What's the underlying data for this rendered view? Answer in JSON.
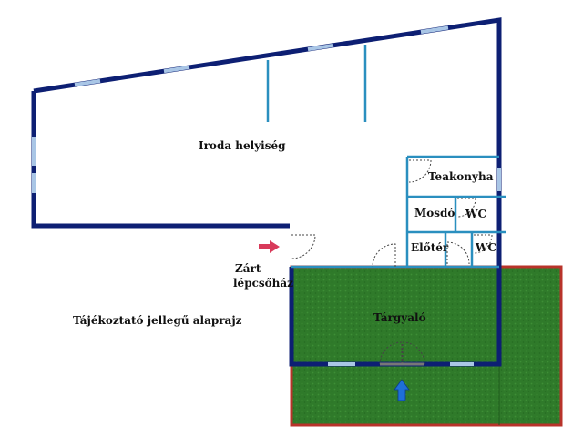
{
  "labels": {
    "office": "Iroda helyiség",
    "kitchen": "Teakonyha",
    "washroom": "Mosdó",
    "wc_upper": "WC",
    "hall": "Előtér",
    "wc_lower": "WC",
    "stair_line1": "Zárt",
    "stair_line2": "lépcsőház",
    "meeting": "Tárgyaló",
    "note": "Tájékoztató jellegű alaprajz"
  },
  "colors": {
    "outer_wall": "#0d1f73",
    "inner_wall": "#2a8fbf",
    "window": "#a9c6e6",
    "garden_fill": "#2f7a2a",
    "garden_border": "#b8332a",
    "entry_arrow": "#d83a5a",
    "garden_arrow": "#1e6fd8",
    "door_line": "#444444"
  },
  "icons": {
    "entry_arrow": "entrance-arrow-icon",
    "garden_arrow": "garden-exit-arrow-icon"
  }
}
